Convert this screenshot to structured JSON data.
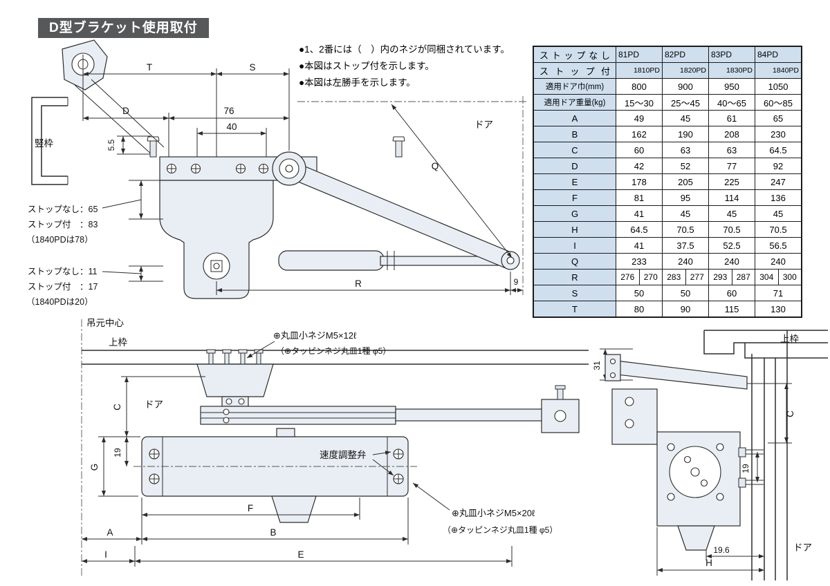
{
  "colors": {
    "title_bar_bg": "#57585a",
    "title_bar_text": "#ffffff",
    "table_header_bg": "#cfdfee",
    "table_border": "#1a1a1a",
    "drawing_line": "#2b2b2b",
    "body_fill": "#e9eef4"
  },
  "title": "D型ブラケット使用取付",
  "notes": [
    "●1、2番には（　）内のネジが同梱されています。",
    "●本図はストップ付を示します。",
    "●本図は左勝手を示します。"
  ],
  "table": {
    "header": [
      {
        "label": "ストップなし",
        "models": [
          "81PD",
          "82PD",
          "83PD",
          "84PD"
        ]
      },
      {
        "label": "ストップ付",
        "models": [
          "1810PD",
          "1820PD",
          "1830PD",
          "1840PD"
        ]
      }
    ],
    "rows": [
      {
        "label": "適用ドア巾(mm)",
        "values": [
          "800",
          "900",
          "950",
          "1050"
        ]
      },
      {
        "label": "適用ドア重量(kg)",
        "values": [
          "15〜30",
          "25〜45",
          "40〜65",
          "60〜85"
        ]
      },
      {
        "label": "A",
        "values": [
          "49",
          "45",
          "61",
          "65"
        ]
      },
      {
        "label": "B",
        "values": [
          "162",
          "190",
          "208",
          "230"
        ]
      },
      {
        "label": "C",
        "values": [
          "60",
          "63",
          "63",
          "64.5"
        ]
      },
      {
        "label": "D",
        "values": [
          "42",
          "52",
          "77",
          "92"
        ]
      },
      {
        "label": "E",
        "values": [
          "178",
          "205",
          "225",
          "247"
        ]
      },
      {
        "label": "F",
        "values": [
          "81",
          "95",
          "114",
          "136"
        ]
      },
      {
        "label": "G",
        "values": [
          "41",
          "45",
          "45",
          "45"
        ]
      },
      {
        "label": "H",
        "values": [
          "64.5",
          "70.5",
          "70.5",
          "70.5"
        ]
      },
      {
        "label": "I",
        "values": [
          "41",
          "37.5",
          "52.5",
          "56.5"
        ]
      },
      {
        "label": "Q",
        "values": [
          "233",
          "240",
          "240",
          "240"
        ]
      },
      {
        "label": "R",
        "values": [
          [
            "276",
            "270"
          ],
          [
            "283",
            "277"
          ],
          [
            "293",
            "287"
          ],
          [
            "304",
            "300"
          ]
        ]
      },
      {
        "label": "S",
        "values": [
          "50",
          "50",
          "60",
          "71"
        ]
      },
      {
        "label": "T",
        "values": [
          "80",
          "90",
          "115",
          "130"
        ]
      }
    ]
  },
  "top_view": {
    "dims": {
      "t": "T",
      "s": "S",
      "d": "D",
      "w76": "76",
      "w40": "40",
      "h55": "5.5",
      "q": "Q",
      "r": "R",
      "n9": "9"
    },
    "labels": {
      "tatewaku": "竪枠",
      "door": "ドア"
    },
    "stop_note_upper": [
      "ストップなし：65",
      "ストップ付　：83",
      "（1840PDは78）"
    ],
    "stop_note_lower": [
      "ストップなし：11",
      "ストップ付　：17",
      "（1840PDは20）"
    ]
  },
  "front_view": {
    "labels": {
      "hinge_center": "吊元中心",
      "upper_frame": "上枠",
      "door": "ドア",
      "valve": "速度調整弁"
    },
    "screw_note_top": [
      "⊕丸皿小ネジM5×12ℓ",
      "（⊕タッピンネジ丸皿1種 φ5）"
    ],
    "screw_note_bottom": [
      "⊕丸皿小ネジM5×20ℓ",
      "（⊕タッピンネジ丸皿1種 φ5）"
    ],
    "dims": {
      "c": "C",
      "g": "G",
      "n19": "19",
      "f": "F",
      "a": "A",
      "b": "B",
      "i": "I",
      "e": "E"
    }
  },
  "side_view": {
    "labels": {
      "upper_frame": "上枠",
      "door": "ドア"
    },
    "dims": {
      "n31": "31",
      "c": "C",
      "n19": "19",
      "n196": "19.6",
      "h": "H"
    }
  }
}
